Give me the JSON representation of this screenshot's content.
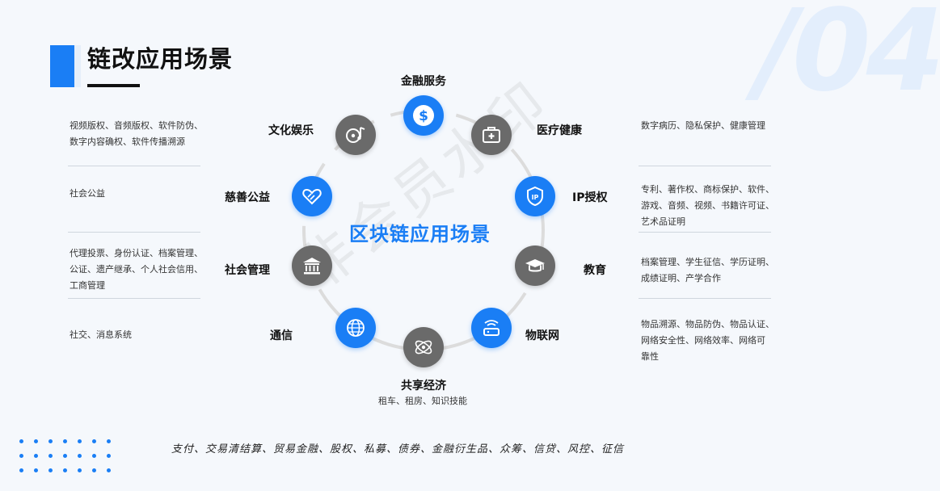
{
  "corner_number": "/04",
  "title": "链改应用场景",
  "center_label": "区块链应用场景",
  "watermark": "非会员水印",
  "left_blocks": [
    {
      "lines": [
        "视频版权、音频版权、软件防伪、",
        "数字内容确权、软件传播溯源"
      ]
    },
    {
      "lines": [
        "社会公益"
      ]
    },
    {
      "lines": [
        "代理投票、身份认证、档案管理、",
        "公证、遗产继承、个人社会信用、",
        "工商管理"
      ]
    },
    {
      "lines": [
        "社交、消息系统"
      ]
    }
  ],
  "right_blocks": [
    {
      "lines": [
        "数字病历、隐私保护、健康管理"
      ]
    },
    {
      "lines": [
        "专利、著作权、商标保护、软件、",
        "游戏、音频、视频、书籍许可证、",
        "艺术品证明"
      ]
    },
    {
      "lines": [
        "档案管理、学生征信、学历证明、",
        "成绩证明、产学合作"
      ]
    },
    {
      "lines": [
        "物品溯源、物品防伪、物品认证、",
        "网络安全性、网络效率、网络可",
        "靠性"
      ]
    }
  ],
  "nodes": [
    {
      "label": "金融服务",
      "icon": "dollar-icon",
      "color": "blue"
    },
    {
      "label": "医疗健康",
      "icon": "medical-kit-icon",
      "color": "gray"
    },
    {
      "label": "IP授权",
      "icon": "ip-shield-icon",
      "color": "blue"
    },
    {
      "label": "教育",
      "icon": "graduation-cap-icon",
      "color": "gray"
    },
    {
      "label": "物联网",
      "icon": "iot-router-icon",
      "color": "blue"
    },
    {
      "label": "共享经济",
      "icon": "atom-icon",
      "color": "gray",
      "sub": "租车、租房、知识技能"
    },
    {
      "label": "通信",
      "icon": "globe-icon",
      "color": "blue"
    },
    {
      "label": "社会管理",
      "icon": "government-building-icon",
      "color": "gray"
    },
    {
      "label": "慈善公益",
      "icon": "heart-hands-icon",
      "color": "blue"
    },
    {
      "label": "文化娱乐",
      "icon": "music-disc-icon",
      "color": "gray"
    }
  ],
  "bottom_text": "支付、交易清结算、贸易金融、股权、私募、债券、金融衍生品、众筹、信贷、风控、征信",
  "colors": {
    "accent": "#1a7ef5",
    "gray_node": "#6a6a6a",
    "ring": "#dcdcdc"
  }
}
